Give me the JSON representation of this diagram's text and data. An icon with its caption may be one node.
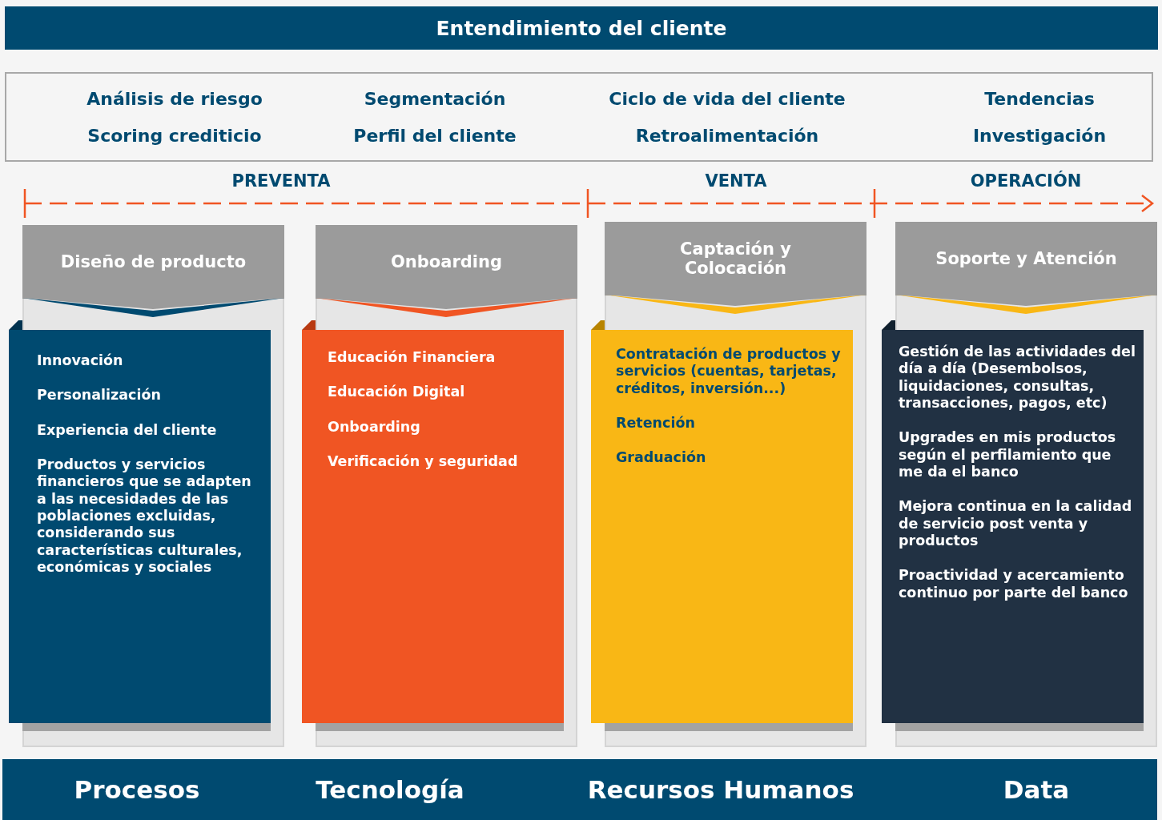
{
  "diagram": {
    "nodes": [
      {
        "text": [
          "Entendimiento del cliente"
        ]
      },
      {
        "text": [
          "Análisis de riesgo",
          "Segmentación",
          "Ciclo de vida del cliente",
          "Tendencias",
          "Scoring crediticio",
          "Perfil del cliente",
          "Retroalimentación",
          "Investigación"
        ]
      },
      {
        "text": [
          "Diseño de producto"
        ]
      },
      {
        "in": 2,
        "text": [
          "Innovación",
          "Personalización",
          "Experiencia del cliente",
          "Productos y servicios financieros que se adapten a las necesidades de las poblaciones excluidas, considerando sus características culturales, económicas y sociales"
        ]
      },
      {
        "text": [
          "Onboarding"
        ]
      },
      {
        "in": 4,
        "text": [
          "Educación Financiera",
          "Educación Digital",
          "Onboarding",
          "Verificación y seguridad"
        ]
      },
      {
        "text": [
          "Captación y Colocación"
        ]
      },
      {
        "in": 6,
        "text": [
          "Contratación de productos y servicios (cuentas, tarjetas, créditos, inversión...)",
          "Retención",
          "Graduación"
        ]
      },
      {
        "text": [
          "Soporte y Atención"
        ]
      },
      {
        "in": 8,
        "text": [
          "Gestión de las actividades del día a día (Desembolsos, liquidaciones, consultas, transacciones, pagos, etc)",
          "Upgrades en mis productos según el perfilamiento que me da el banco",
          "Mejora continua en la calidad de servicio post venta y productos",
          "Proactividad y acercamiento continuo por parte del banco"
        ]
      },
      {
        "text": [
          "Procesos",
          "Tecnología",
          "Recursos Humanos",
          "Data"
        ]
      }
    ],
    "labels": [
      "PREVENTA",
      "VENTA",
      "OPERACIÓN"
    ]
  }
}
